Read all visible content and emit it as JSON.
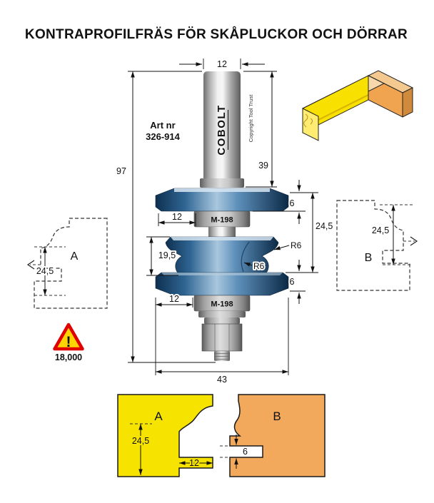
{
  "title": "KONTRAPROFILFRÄS FÖR SKÅPLUCKOR OCH DÖRRAR",
  "tool": {
    "art_label": "Art nr",
    "art_value": "326-914",
    "brand": "COBOLT",
    "copyright": "Copyright Tool Trust",
    "bearing_top": "M-198",
    "bearing_bottom": "M-198"
  },
  "dims": {
    "shank_dia": "12",
    "total_length": "97",
    "shank_length": "39",
    "top_cut_width": "12",
    "top_edge": "6",
    "profile_height": "24,5",
    "mid_height": "19,5",
    "radius_top": "R6",
    "radius_bottom": "R6",
    "bottom_edge": "6",
    "bottom_cut_width": "12",
    "overall_dia": "43"
  },
  "warning": {
    "exclaim": "!",
    "max_rpm": "18,000"
  },
  "profile_a": {
    "label": "A",
    "height": "24,5"
  },
  "profile_b": {
    "label": "B",
    "height": "24,5"
  },
  "piece_a": {
    "label": "A",
    "height": "24,5",
    "tongue_len": "12"
  },
  "piece_b": {
    "label": "B",
    "groove": "6"
  },
  "colors": {
    "cutter_blue": "#1c5080",
    "steel_gray": "#c9c9c9",
    "piece_yellow": "#f6e300",
    "piece_orange": "#f2a95c",
    "warning_red": "#e10000",
    "warning_yellow": "#ffd400"
  }
}
